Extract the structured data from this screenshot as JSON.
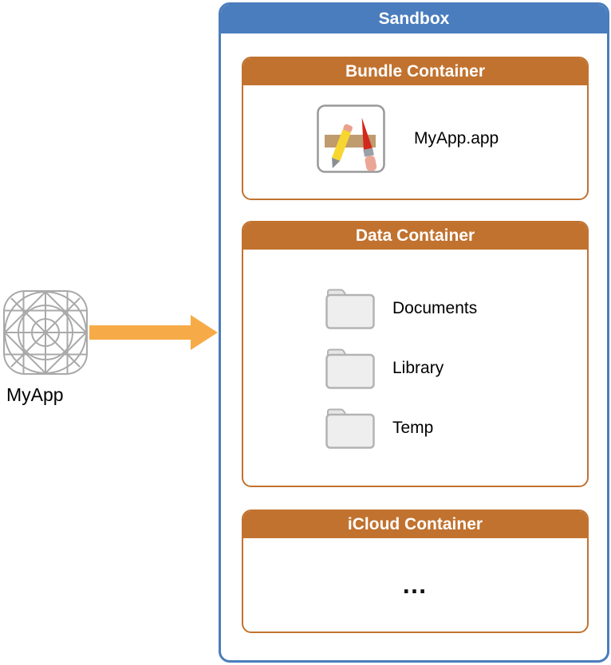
{
  "source": {
    "app_label": "MyApp"
  },
  "sandbox": {
    "title": "Sandbox",
    "bundle": {
      "title": "Bundle Container",
      "item_label": "MyApp.app"
    },
    "data": {
      "title": "Data Container",
      "folders": [
        {
          "label": "Documents"
        },
        {
          "label": "Library"
        },
        {
          "label": "Temp"
        }
      ]
    },
    "icloud": {
      "title": "iCloud Container",
      "placeholder": "…"
    }
  },
  "icons": {
    "source": "app-icon-grid-template",
    "arrow": "right-arrow",
    "bundle_item": "app-store-tools-icon",
    "data_item": "folder-icon"
  },
  "colors": {
    "sandbox_blue": "#4a7dbd",
    "container_orange": "#c1722f",
    "arrow_orange": "#f6ab48",
    "wireframe_gray": "#a9a9a9",
    "folder_fill": "#eeeeee",
    "folder_stroke": "#b3b3b3"
  }
}
